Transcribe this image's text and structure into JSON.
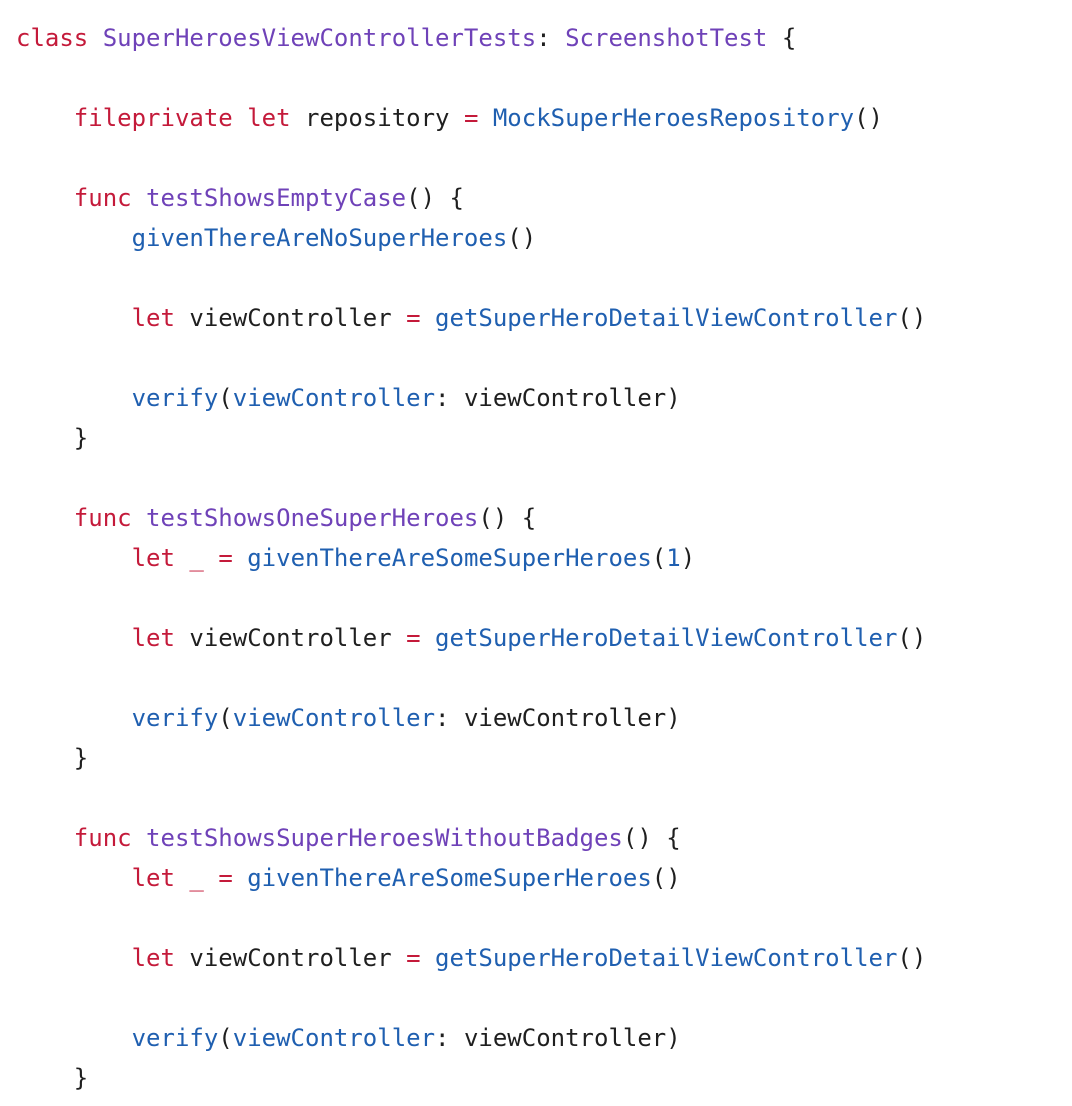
{
  "colors": {
    "background": "#ffffff",
    "keyword": "#c41a3a",
    "type": "#6f42b8",
    "declaration": "#6f42b8",
    "call": "#1f5fb0",
    "number": "#1f5fb0",
    "operator": "#c41a3a",
    "plain": "#1f1f1f"
  },
  "code_lines": [
    [
      {
        "t": "class",
        "k": "keyword"
      },
      {
        "t": " ",
        "k": "plain"
      },
      {
        "t": "SuperHeroesViewControllerTests",
        "k": "type"
      },
      {
        "t": ": ",
        "k": "plain"
      },
      {
        "t": "ScreenshotTest",
        "k": "type"
      },
      {
        "t": " {",
        "k": "plain"
      }
    ],
    [],
    [
      {
        "t": "    ",
        "k": "plain"
      },
      {
        "t": "fileprivate",
        "k": "keyword"
      },
      {
        "t": " ",
        "k": "plain"
      },
      {
        "t": "let",
        "k": "keyword"
      },
      {
        "t": " repository ",
        "k": "plain"
      },
      {
        "t": "=",
        "k": "operator"
      },
      {
        "t": " ",
        "k": "plain"
      },
      {
        "t": "MockSuperHeroesRepository",
        "k": "call"
      },
      {
        "t": "()",
        "k": "plain"
      }
    ],
    [],
    [
      {
        "t": "    ",
        "k": "plain"
      },
      {
        "t": "func",
        "k": "keyword"
      },
      {
        "t": " ",
        "k": "plain"
      },
      {
        "t": "testShowsEmptyCase",
        "k": "decl"
      },
      {
        "t": "() {",
        "k": "plain"
      }
    ],
    [
      {
        "t": "        ",
        "k": "plain"
      },
      {
        "t": "givenThereAreNoSuperHeroes",
        "k": "call"
      },
      {
        "t": "()",
        "k": "plain"
      }
    ],
    [],
    [
      {
        "t": "        ",
        "k": "plain"
      },
      {
        "t": "let",
        "k": "keyword"
      },
      {
        "t": " viewController ",
        "k": "plain"
      },
      {
        "t": "=",
        "k": "operator"
      },
      {
        "t": " ",
        "k": "plain"
      },
      {
        "t": "getSuperHeroDetailViewController",
        "k": "call"
      },
      {
        "t": "()",
        "k": "plain"
      }
    ],
    [],
    [
      {
        "t": "        ",
        "k": "plain"
      },
      {
        "t": "verify",
        "k": "call"
      },
      {
        "t": "(",
        "k": "plain"
      },
      {
        "t": "viewController",
        "k": "call"
      },
      {
        "t": ": viewController)",
        "k": "plain"
      }
    ],
    [
      {
        "t": "    }",
        "k": "plain"
      }
    ],
    [],
    [
      {
        "t": "    ",
        "k": "plain"
      },
      {
        "t": "func",
        "k": "keyword"
      },
      {
        "t": " ",
        "k": "plain"
      },
      {
        "t": "testShowsOneSuperHeroes",
        "k": "decl"
      },
      {
        "t": "() {",
        "k": "plain"
      }
    ],
    [
      {
        "t": "        ",
        "k": "plain"
      },
      {
        "t": "let",
        "k": "keyword"
      },
      {
        "t": " ",
        "k": "plain"
      },
      {
        "t": "_",
        "k": "keyword"
      },
      {
        "t": " ",
        "k": "plain"
      },
      {
        "t": "=",
        "k": "operator"
      },
      {
        "t": " ",
        "k": "plain"
      },
      {
        "t": "givenThereAreSomeSuperHeroes",
        "k": "call"
      },
      {
        "t": "(",
        "k": "plain"
      },
      {
        "t": "1",
        "k": "number"
      },
      {
        "t": ")",
        "k": "plain"
      }
    ],
    [],
    [
      {
        "t": "        ",
        "k": "plain"
      },
      {
        "t": "let",
        "k": "keyword"
      },
      {
        "t": " viewController ",
        "k": "plain"
      },
      {
        "t": "=",
        "k": "operator"
      },
      {
        "t": " ",
        "k": "plain"
      },
      {
        "t": "getSuperHeroDetailViewController",
        "k": "call"
      },
      {
        "t": "()",
        "k": "plain"
      }
    ],
    [],
    [
      {
        "t": "        ",
        "k": "plain"
      },
      {
        "t": "verify",
        "k": "call"
      },
      {
        "t": "(",
        "k": "plain"
      },
      {
        "t": "viewController",
        "k": "call"
      },
      {
        "t": ": viewController)",
        "k": "plain"
      }
    ],
    [
      {
        "t": "    }",
        "k": "plain"
      }
    ],
    [],
    [
      {
        "t": "    ",
        "k": "plain"
      },
      {
        "t": "func",
        "k": "keyword"
      },
      {
        "t": " ",
        "k": "plain"
      },
      {
        "t": "testShowsSuperHeroesWithoutBadges",
        "k": "decl"
      },
      {
        "t": "() {",
        "k": "plain"
      }
    ],
    [
      {
        "t": "        ",
        "k": "plain"
      },
      {
        "t": "let",
        "k": "keyword"
      },
      {
        "t": " ",
        "k": "plain"
      },
      {
        "t": "_",
        "k": "keyword"
      },
      {
        "t": " ",
        "k": "plain"
      },
      {
        "t": "=",
        "k": "operator"
      },
      {
        "t": " ",
        "k": "plain"
      },
      {
        "t": "givenThereAreSomeSuperHeroes",
        "k": "call"
      },
      {
        "t": "()",
        "k": "plain"
      }
    ],
    [],
    [
      {
        "t": "        ",
        "k": "plain"
      },
      {
        "t": "let",
        "k": "keyword"
      },
      {
        "t": " viewController ",
        "k": "plain"
      },
      {
        "t": "=",
        "k": "operator"
      },
      {
        "t": " ",
        "k": "plain"
      },
      {
        "t": "getSuperHeroDetailViewController",
        "k": "call"
      },
      {
        "t": "()",
        "k": "plain"
      }
    ],
    [],
    [
      {
        "t": "        ",
        "k": "plain"
      },
      {
        "t": "verify",
        "k": "call"
      },
      {
        "t": "(",
        "k": "plain"
      },
      {
        "t": "viewController",
        "k": "call"
      },
      {
        "t": ": viewController)",
        "k": "plain"
      }
    ],
    [
      {
        "t": "    }",
        "k": "plain"
      }
    ]
  ]
}
